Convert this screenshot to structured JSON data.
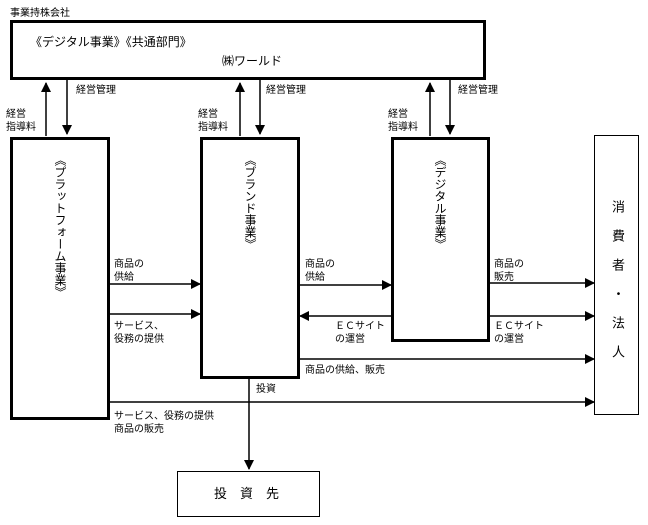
{
  "holding_label": "事業持株会社",
  "hq_box": {
    "segments": "《デジタル事業》《共通部門》",
    "company": "㈱ワールド"
  },
  "platform_box": {
    "label": "《プラットフォーム事業》"
  },
  "brand_box": {
    "label": "《ブランド事業》"
  },
  "digital_box": {
    "label": "《デジタル事業》"
  },
  "consumer_box": {
    "label": "消費者・法人"
  },
  "invest_box": {
    "label": "投　資　先"
  },
  "labels": {
    "mgmt_fee_1": "経営\n指導料",
    "mgmt_ctrl_1": "経営管理",
    "mgmt_fee_2": "経営\n指導料",
    "mgmt_ctrl_2": "経営管理",
    "mgmt_fee_3": "経営\n指導料",
    "mgmt_ctrl_3": "経営管理",
    "supply_products_1": "商品の\n供給",
    "service_supply": "サービス、\n役務の提供",
    "supply_products_2": "商品の\n供給",
    "ec_ops_1": "ＥＣサイト\nの運営",
    "sell_products": "商品の\n販売",
    "ec_ops_2": "ＥＣサイト\nの運営",
    "supply_sales": "商品の供給、販売",
    "investment": "投資",
    "service_sales": "サービス、役務の提供\n商品の販売"
  }
}
